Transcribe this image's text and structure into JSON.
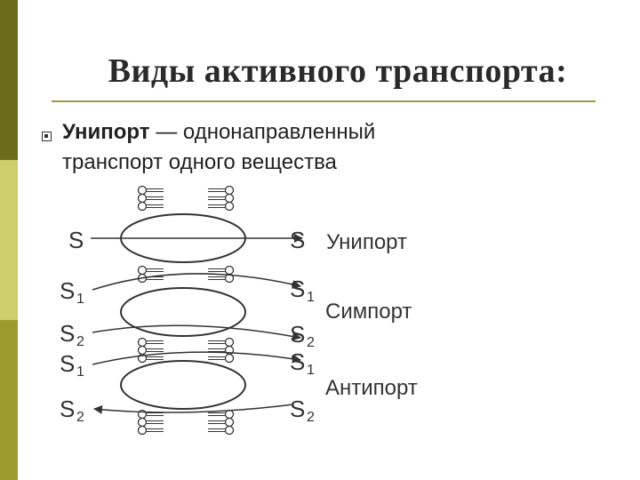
{
  "slide": {
    "title": "Виды активного транспорта:",
    "bullet_term": "Унипорт",
    "bullet_rest_line1": " — однонаправленный",
    "bullet_line2": "транспорт одного вещества"
  },
  "diagram": {
    "labels": {
      "uniport": "Унипорт",
      "symport": "Симпорт",
      "antiport": "Антипорт"
    },
    "substances": {
      "s": "S",
      "s1": "S",
      "s2": "S",
      "sub1": "1",
      "sub2": "2"
    }
  },
  "colors": {
    "band_dark": "#6b6b19",
    "band_olive": "#9c9c2c",
    "band_light": "#cfcf6a",
    "rule": "#a09a40",
    "line": "#333333"
  }
}
